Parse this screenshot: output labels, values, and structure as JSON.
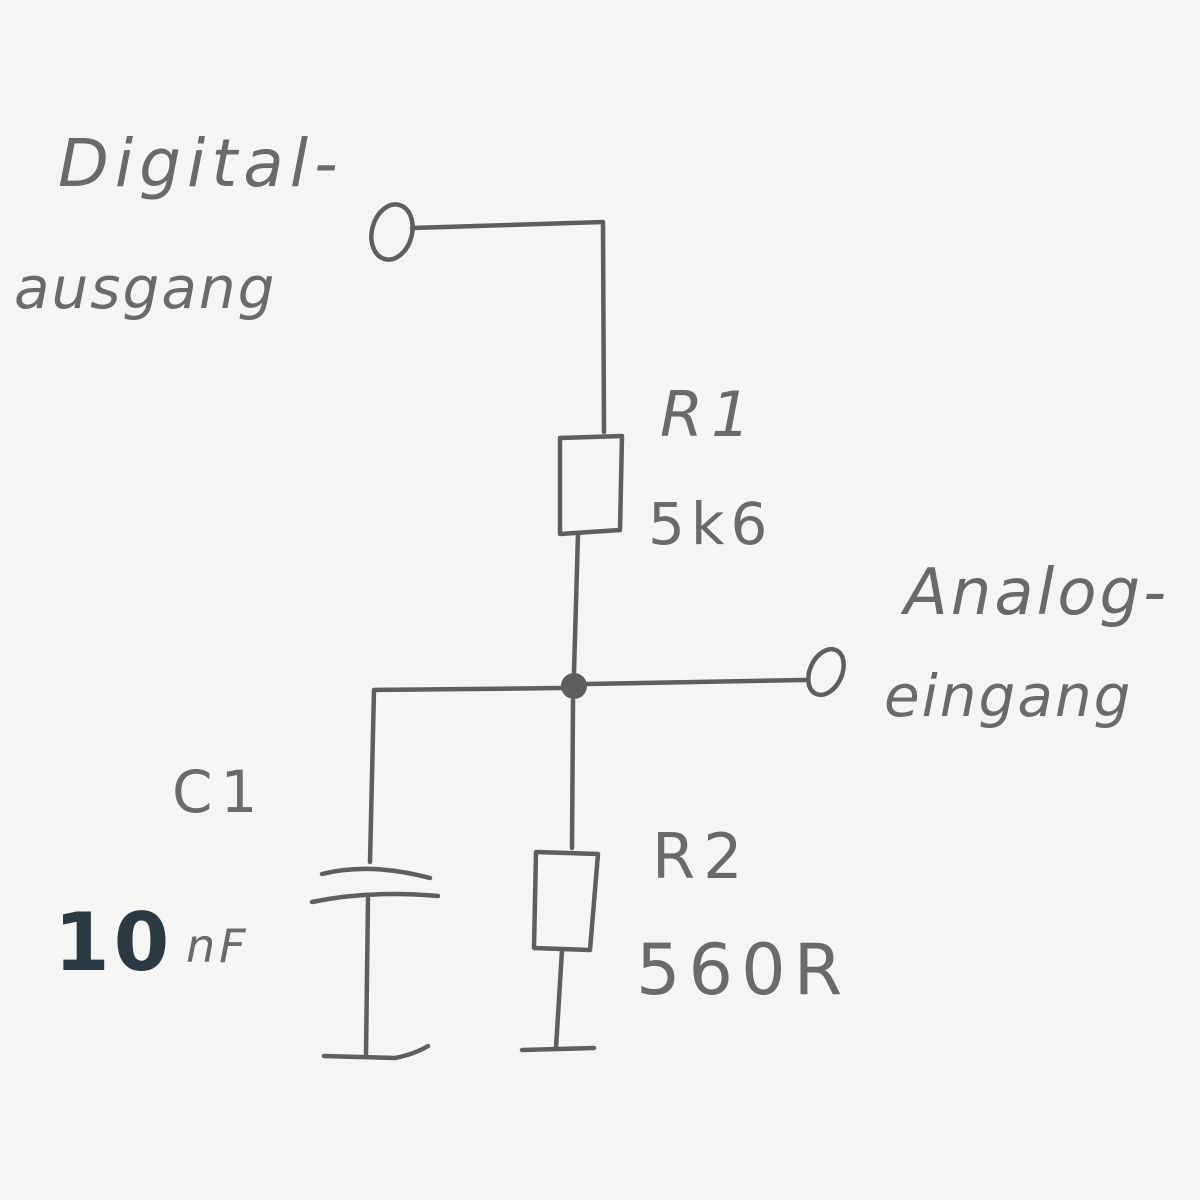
{
  "diagram": {
    "labels": {
      "digital_top": "Digital-",
      "digital_bottom": "ausgang",
      "analog_top": "Analog-",
      "analog_bottom": "eingang"
    },
    "r1": {
      "name": "R1",
      "value": "5k6"
    },
    "r2": {
      "name": "R2",
      "value": "560R"
    },
    "c1": {
      "name": "C1",
      "value_number": "10",
      "value_unit": "nF"
    }
  }
}
